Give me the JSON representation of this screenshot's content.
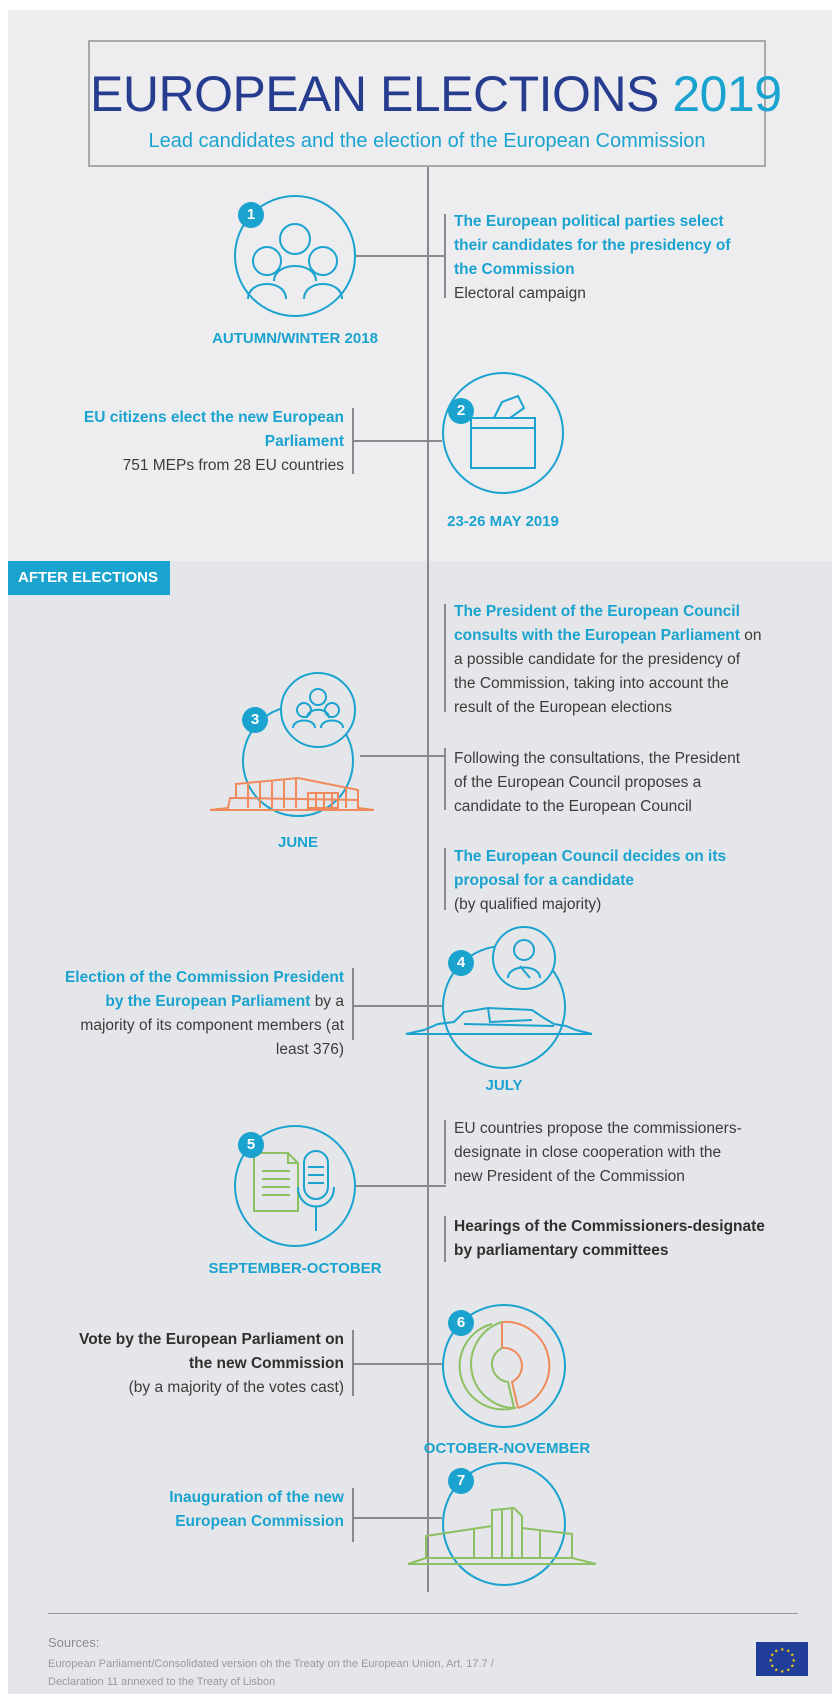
{
  "header": {
    "title_part1": "EUROPEAN ELECTIONS",
    "title_part2": "2019",
    "subtitle": "Lead candidates and the election of the European Commission"
  },
  "after_label": "AFTER ELECTIONS",
  "colors": {
    "accent": "#1ba3cf",
    "navy": "#263c8e",
    "orange": "#f08a5d",
    "green": "#8cc063",
    "line": "#8a8a8e"
  },
  "steps": [
    {
      "number": "1",
      "date": "AUTUMN/WINTER 2018",
      "icon": "people-icon",
      "highlight": "The European political parties select their candidates for the presidency of the Commission",
      "text": "Electoral campaign"
    },
    {
      "number": "2",
      "date": "23-26 MAY 2019",
      "icon": "ballot-box-icon",
      "highlight": "EU citizens elect the new European Parliament",
      "text": "751 MEPs from 28 EU countries"
    },
    {
      "number": "3",
      "date": "JUNE",
      "icon": "parliament-building-icon",
      "block1_highlight": "The President of the European Council consults with the European Parliament",
      "block1_text": "on a possible candidate for the presidency of the Commission, taking into account the result of the European elections",
      "block2_text": "Following the consultations, the President of the European Council proposes a candidate to the European Council",
      "block3_highlight": "The European Council decides on its proposal for a candidate",
      "block3_text": "(by qualified majority)"
    },
    {
      "number": "4",
      "date": "JULY",
      "icon": "president-icon",
      "highlight": "Election of the Commission President by the European Parliament",
      "text": "by a majority of its component members (at least 376)"
    },
    {
      "number": "5",
      "date": "SEPTEMBER-OCTOBER",
      "icon": "hearing-microphone-icon",
      "block1_text": "EU countries propose the commissioners-designate in close cooperation with the new President of the Commission",
      "block2_bold": "Hearings of the Commissioners-designate by parliamentary committees"
    },
    {
      "number": "6",
      "date": "OCTOBER-NOVEMBER",
      "icon": "hemicycle-vote-icon",
      "bold": "Vote by the European Parliament on the new Commission",
      "text": "(by a majority of the votes cast)"
    },
    {
      "number": "7",
      "date": "",
      "icon": "commission-building-icon",
      "highlight": "Inauguration of the new European Commission"
    }
  ],
  "footer": {
    "sources_title": "Sources:",
    "sources_text": "European Parliament/Consolidated version oh the Treaty on the European Union, Art. 17.7 / Declaration 11 annexed to the Treaty of Lisbon",
    "flag": "eu-flag-icon"
  }
}
